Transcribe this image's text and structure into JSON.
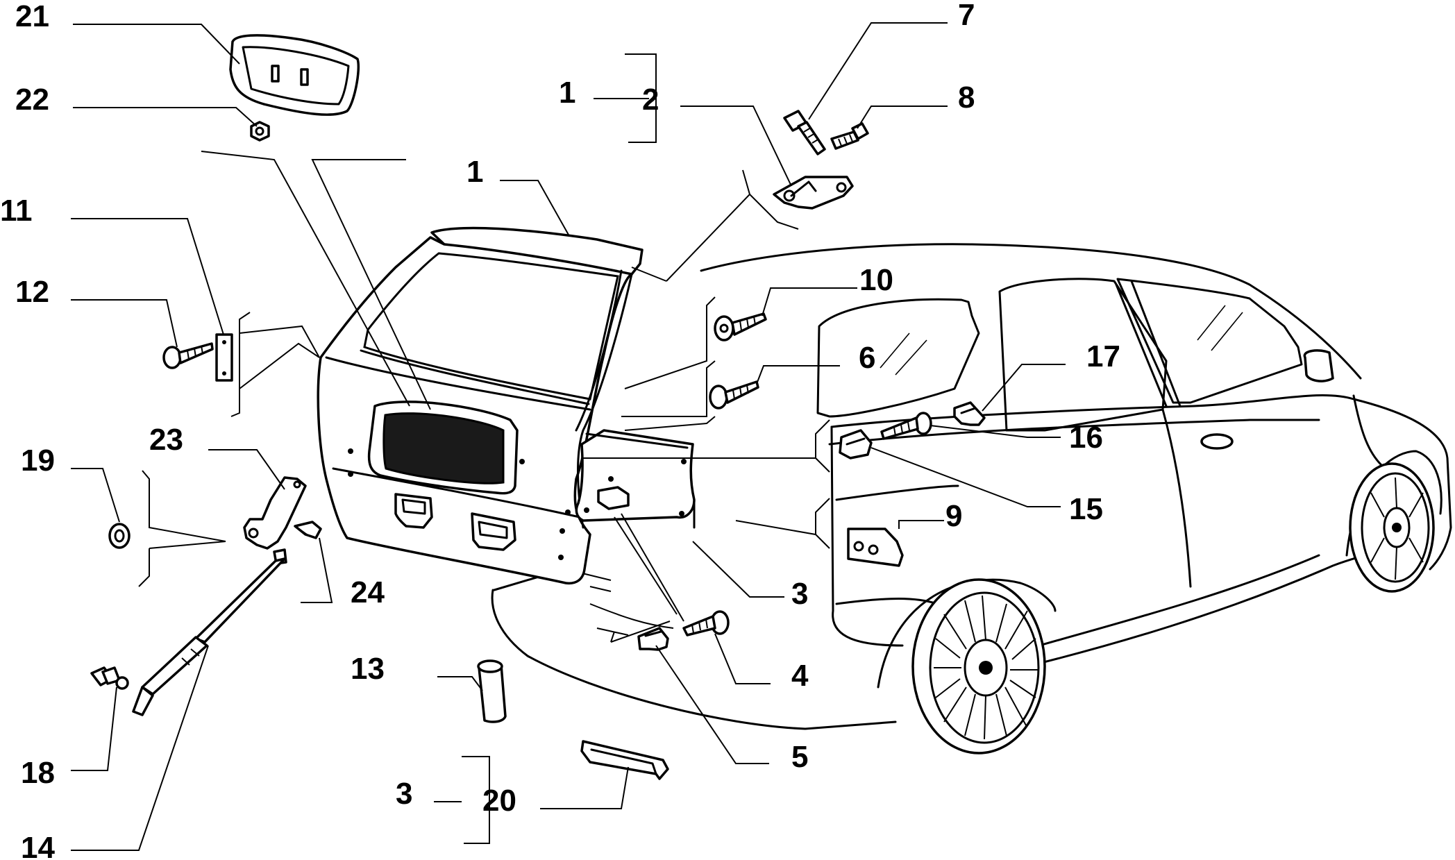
{
  "callouts": {
    "p21": "21",
    "p22": "22",
    "p11": "11",
    "p12": "12",
    "p19": "19",
    "p23": "23",
    "p24": "24",
    "p18": "18",
    "p14": "14",
    "p13": "13",
    "p3a": "3",
    "p20": "20",
    "p1a": "1",
    "p2": "2",
    "p1b": "1",
    "p7": "7",
    "p8": "8",
    "p10": "10",
    "p6": "6",
    "p17": "17",
    "p16": "16",
    "p15": "15",
    "p9": "9",
    "p3b": "3",
    "p4": "4",
    "p5": "5"
  }
}
